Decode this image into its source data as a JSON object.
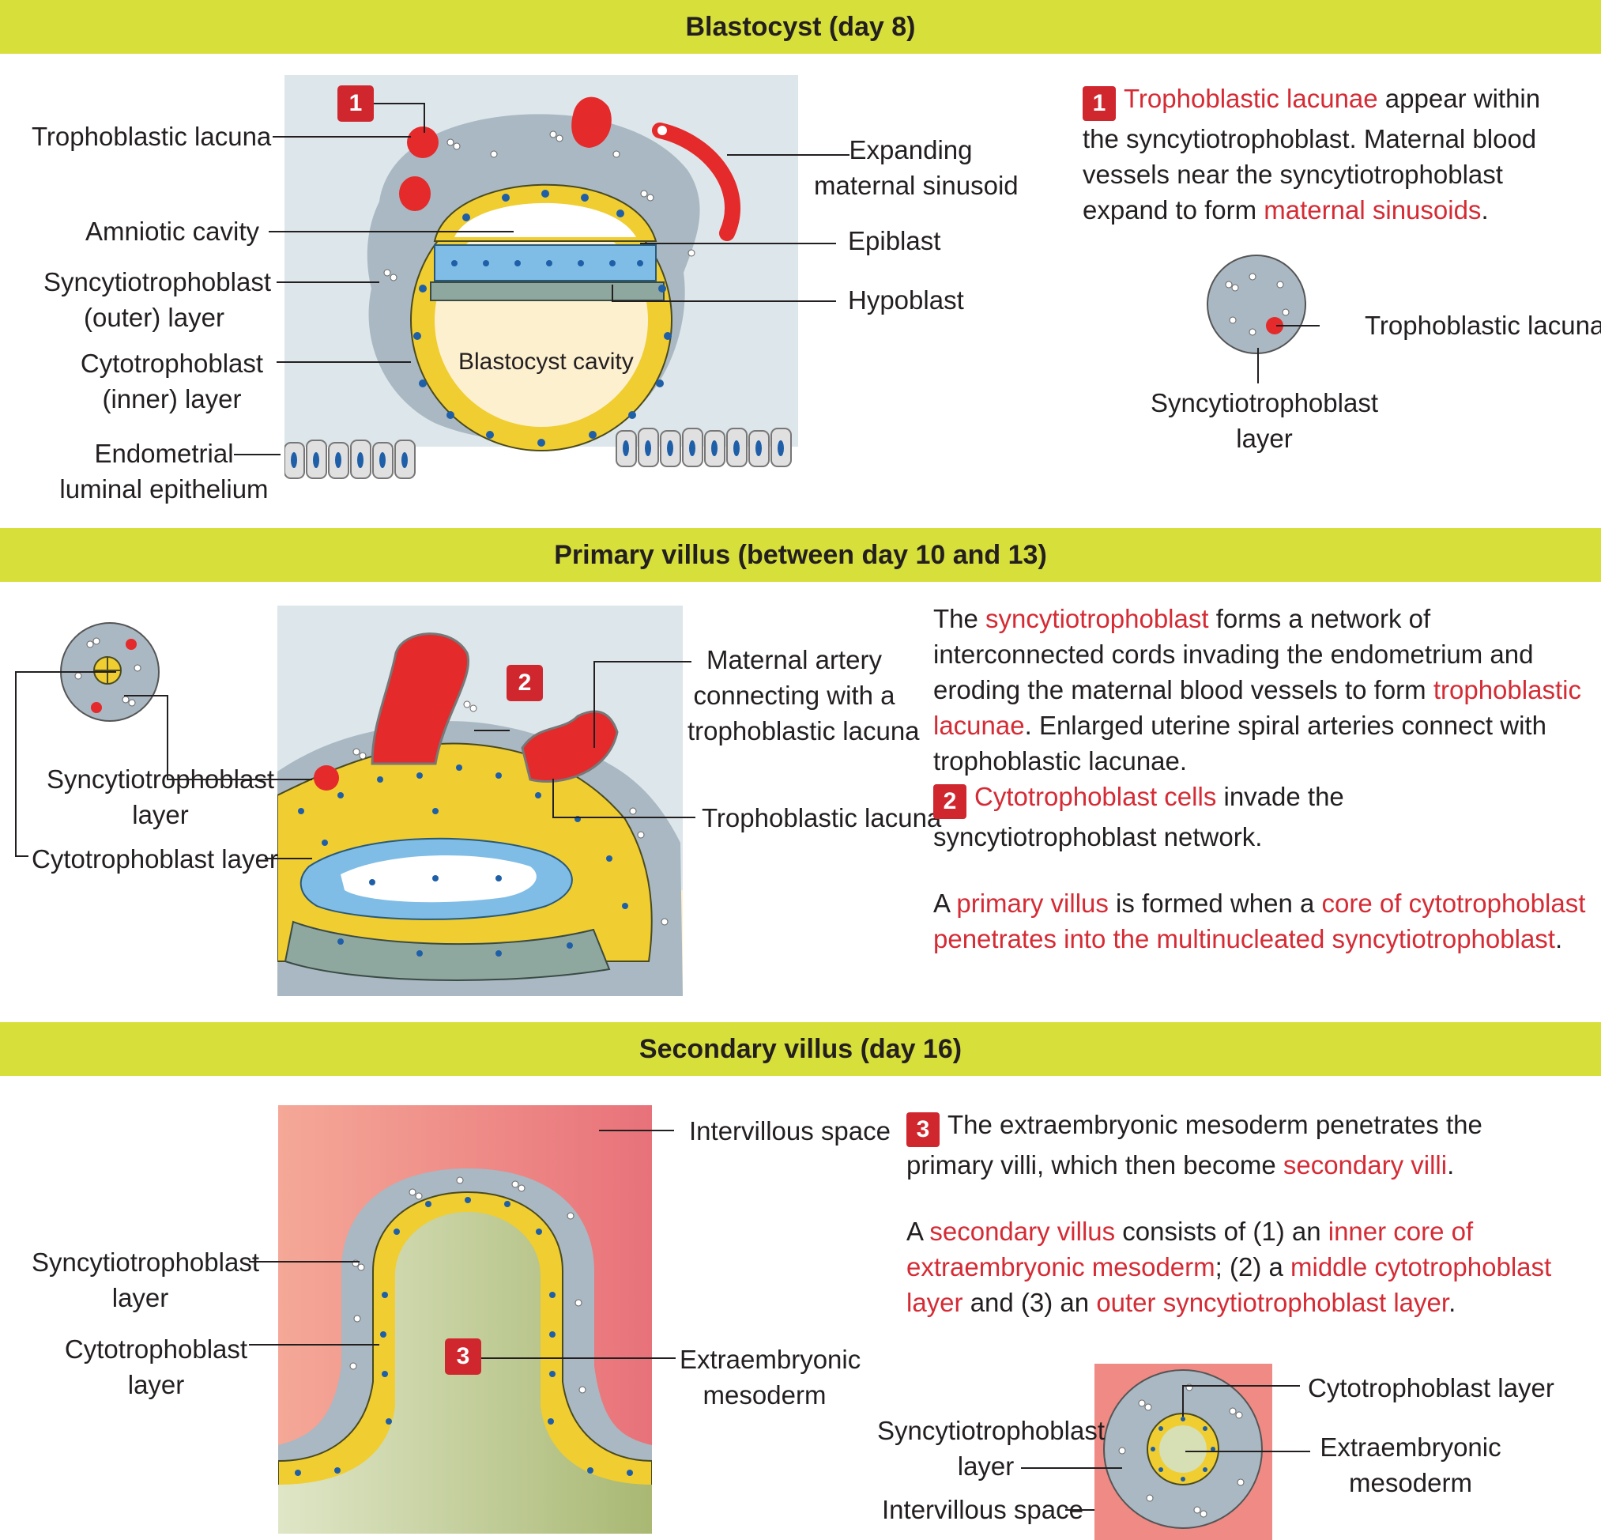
{
  "sections": {
    "blastocyst": {
      "title": "Blastocyst (day 8)",
      "labels": {
        "trophoblastic_lacuna": "Trophoblastic lacuna",
        "amniotic_cavity": "Amniotic cavity",
        "syncytio_outer_1": "Syncytiotrophoblast",
        "syncytio_outer_2": "(outer) layer",
        "cyto_inner_1": "Cytotrophoblast",
        "cyto_inner_2": "(inner) layer",
        "endometrial_1": "Endometrial",
        "endometrial_2": "luminal epithelium",
        "expanding_1": "Expanding",
        "expanding_2": "maternal sinusoid",
        "epiblast": "Epiblast",
        "hypoblast": "Hypoblast",
        "blastocyst_cavity": "Blastocyst cavity",
        "inset_lacuna": "Trophoblastic lacuna",
        "inset_syncytio_1": "Syncytiotrophoblast",
        "inset_syncytio_2": "layer"
      },
      "badge": "1",
      "text": {
        "badge": "1",
        "hl1": "Trophoblastic lacunae",
        "t1": " appear within the syncytiotrophoblast. Maternal blood vessels near the syncytiotrophoblast expand to form ",
        "hl2": "maternal sinusoids",
        "t2": "."
      }
    },
    "primary": {
      "title": "Primary villus (between day 10 and 13)",
      "labels": {
        "syncytio_1": "Syncytiotrophoblast",
        "syncytio_2": "layer",
        "cyto": "Cytotrophoblast layer",
        "artery_1": "Maternal artery",
        "artery_2": "connecting with a",
        "artery_3": "trophoblastic lacuna",
        "lacuna": "Trophoblastic lacuna"
      },
      "badge": "2",
      "para1": {
        "t0": "The ",
        "hl1": "syncytiotrophoblast",
        "t1": " forms a network of interconnected cords invading the endometrium and eroding the maternal blood vessels to form ",
        "hl2": "trophoblastic lacunae",
        "t2": ". Enlarged uterine spiral arteries connect with trophoblastic lacunae."
      },
      "para2": {
        "badge": "2",
        "hl1": "Cytotrophoblast cells",
        "t1": " invade the syncytiotrophoblast network."
      },
      "para3": {
        "t0": "A ",
        "hl1": "primary villus",
        "t1": " is formed when a ",
        "hl2": "core of cytotrophoblast penetrates into the multinucleated syncytiotrophoblast",
        "t2": "."
      }
    },
    "secondary": {
      "title": "Secondary villus (day 16)",
      "labels": {
        "intervillous": "Intervillous space",
        "syncytio_1": "Syncytiotrophoblast",
        "syncytio_2": "layer",
        "cyto_1": "Cytotrophoblast",
        "cyto_2": "layer",
        "meso_1": "Extraembryonic",
        "meso_2": "mesoderm",
        "inset_cyto": "Cytotrophoblast layer",
        "inset_meso_1": "Extraembryonic",
        "inset_meso_2": "mesoderm",
        "inset_syncytio_1": "Syncytiotrophoblast",
        "inset_syncytio_2": "layer",
        "inset_intervillous": "Intervillous space"
      },
      "badge": "3",
      "para1": {
        "badge": "3",
        "t1": "The extraembryonic mesoderm penetrates the primary villi, which then become ",
        "hl1": "secondary villi",
        "t2": "."
      },
      "para2": {
        "t0": "A ",
        "hl1": "secondary villus",
        "t1": " consists of (1) an ",
        "hl2": "inner core of extraembryonic mesoderm",
        "t2": "; (2) a ",
        "hl3": "middle cytotrophoblast layer",
        "t3": " and (3) an ",
        "hl4": "outer syncytiotrophoblast layer",
        "t4": "."
      }
    }
  },
  "colors": {
    "band": "#d7df3a",
    "highlight": "#d52b35",
    "badge": "#d0272f",
    "syncytio": "#a9b8c2",
    "cyto": "#f0cd30",
    "epiblast": "#7fbde6",
    "hypoblast": "#8ea79f",
    "blood": "#e42a2a",
    "cavity": "#fdf0cf",
    "mesoderm": "#b9c98c",
    "intervillous": "#ef8a85"
  }
}
